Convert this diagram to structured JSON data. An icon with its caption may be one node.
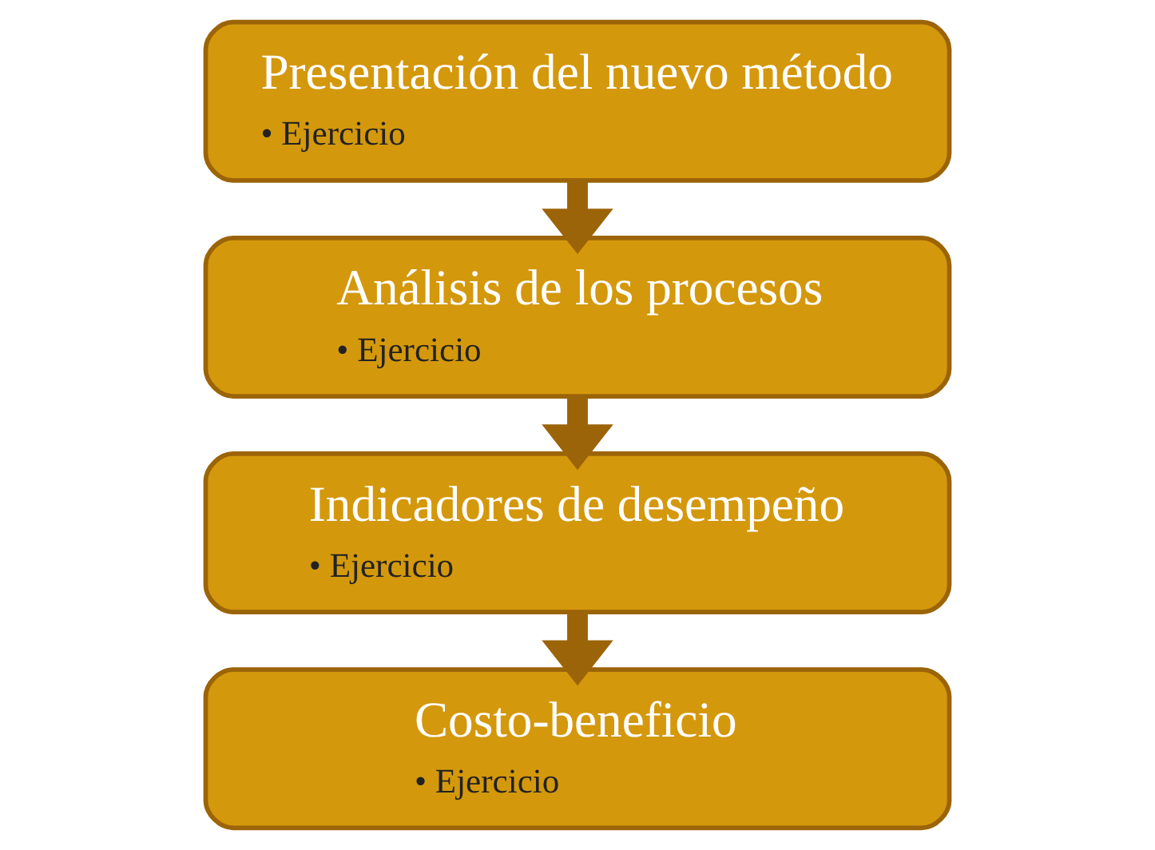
{
  "diagram": {
    "nodes": [
      {
        "text": [
          "Presentación del nuevo método",
          "• Ejercicio"
        ]
      },
      {
        "text": [
          "Análisis de los procesos",
          "• Ejercicio"
        ]
      },
      {
        "text": [
          "Indicadores de desempeño",
          "• Ejercicio"
        ]
      },
      {
        "text": [
          "Costo-beneficio",
          "• Ejercicio"
        ]
      }
    ],
    "edges": [
      {
        "from": 0,
        "to": 1,
        "arrow": "to"
      },
      {
        "from": 1,
        "to": 2,
        "arrow": "to"
      },
      {
        "from": 2,
        "to": 3,
        "arrow": "to"
      }
    ]
  }
}
